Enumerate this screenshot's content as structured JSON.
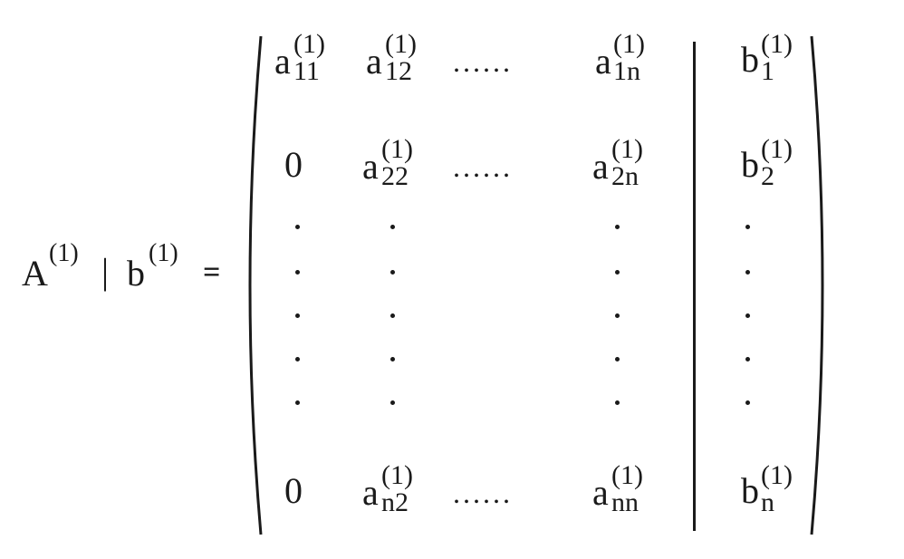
{
  "lhs": {
    "A": "A",
    "A_sup": "(1)",
    "sep": "|",
    "b": "b",
    "b_sup": "(1)",
    "equals": "="
  },
  "rows": [
    {
      "c1": {
        "base": "a",
        "sup": "(1)",
        "sub": "11"
      },
      "c2": {
        "base": "a",
        "sup": "(1)",
        "sub": "12"
      },
      "dots": "......",
      "c3": {
        "base": "a",
        "sup": "(1)",
        "sub": "1n"
      },
      "rhs": {
        "base": "b",
        "sup": "(1)",
        "sub": "1"
      }
    },
    {
      "c1": {
        "base": "0"
      },
      "c2": {
        "base": "a",
        "sup": "(1)",
        "sub": "22"
      },
      "dots": "......",
      "c3": {
        "base": "a",
        "sup": "(1)",
        "sub": "2n"
      },
      "rhs": {
        "base": "b",
        "sup": "(1)",
        "sub": "2"
      }
    },
    {
      "c1": {
        "base": "0"
      },
      "c2": {
        "base": "a",
        "sup": "(1)",
        "sub": "n2"
      },
      "dots": "......",
      "c3": {
        "base": "a",
        "sup": "(1)",
        "sub": "nn"
      },
      "rhs": {
        "base": "b",
        "sup": "(1)",
        "sub": "n"
      }
    }
  ]
}
